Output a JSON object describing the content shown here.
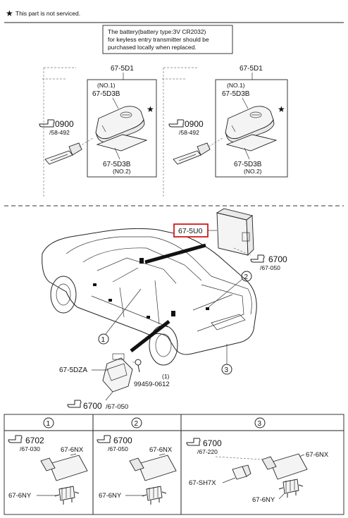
{
  "notes": {
    "not_serviced": "This part is not serviced.",
    "battery_line1": "The battery(battery type:3V CR2032)",
    "battery_line2": "for keyless entry transmitter should be",
    "battery_line3": "purchased locally when replaced."
  },
  "key_panels": [
    {
      "assembly": "67-5D1",
      "no1": "(NO.1)",
      "upper_part": "67-5D3B",
      "lower_part": "67-5D3B",
      "no2": "(NO.2)",
      "ref_code": "0900",
      "ref_sub": "/58-492"
    },
    {
      "assembly": "67-5D1",
      "no1": "(NO.1)",
      "upper_part": "67-5D3B",
      "lower_part": "67-5D3B",
      "no2": "(NO.2)",
      "ref_code": "0900",
      "ref_sub": "/58-492"
    }
  ],
  "vehicle": {
    "module_part": "67-5U0",
    "module_ref_code": "6700",
    "module_ref_sub": "/67-050",
    "callouts": [
      "1",
      "2",
      "3"
    ],
    "handle_part": "67-5DZA",
    "bolt_qty": "(1)",
    "bolt_part": "99459-0612",
    "bottom_ref_code": "6700",
    "bottom_ref_sub": "/67-050"
  },
  "table": {
    "headers": [
      "1",
      "2",
      "3"
    ],
    "cells": [
      {
        "ref_code": "6702",
        "ref_sub": "/67-030",
        "part_a": "67-6NX",
        "part_b": "67-6NY"
      },
      {
        "ref_code": "6700",
        "ref_sub": "/67-050",
        "part_a": "67-6NX",
        "part_b": "67-6NY"
      },
      {
        "ref_code": "6700",
        "ref_sub": "/67-220",
        "part_a": "67-6NX",
        "part_c": "67-SH7X",
        "part_b": "67-6NY"
      }
    ]
  },
  "icons": [
    "star-icon",
    "pointing-hand-icon"
  ],
  "colors": {
    "highlight_box": "#d41a1a",
    "line": "#222222"
  }
}
